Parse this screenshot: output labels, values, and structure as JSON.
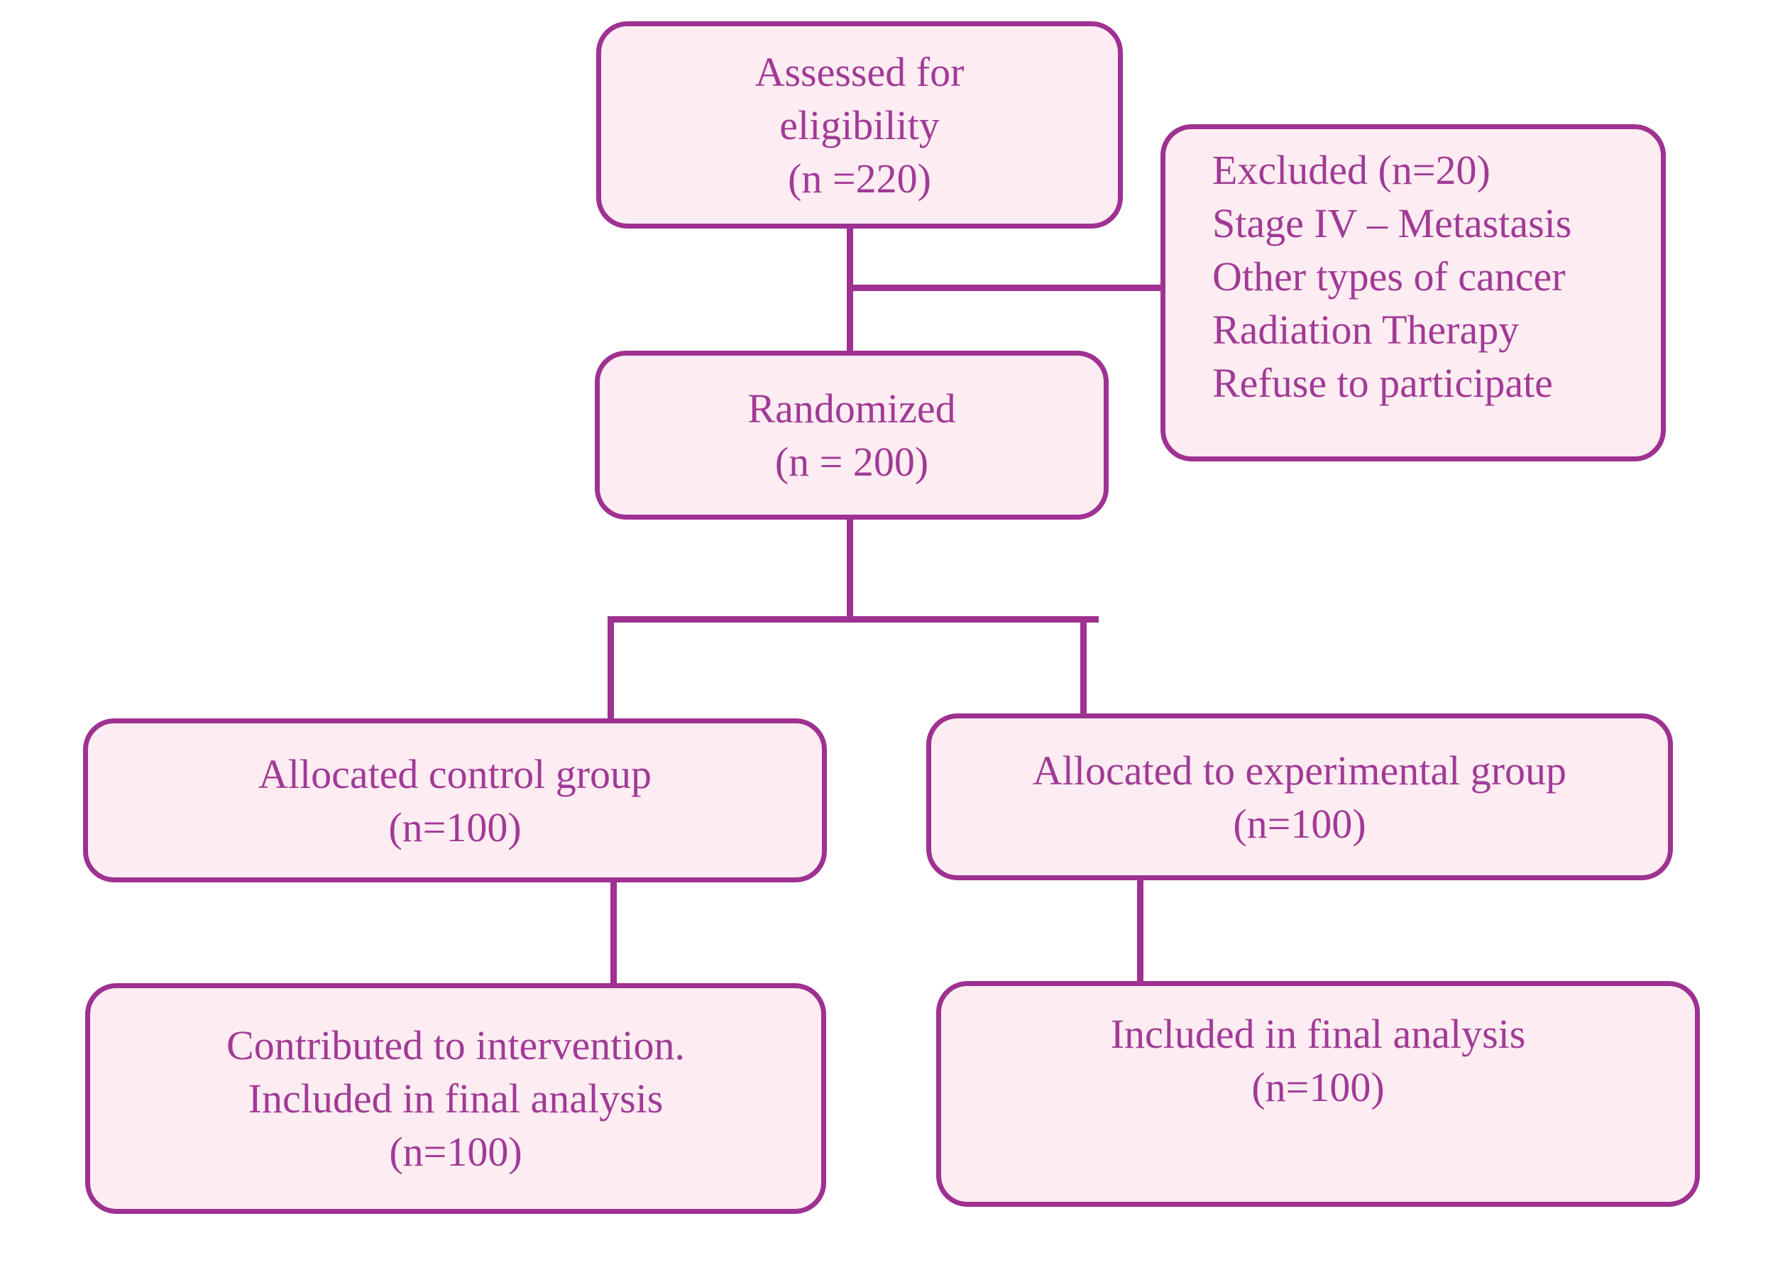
{
  "diagram": {
    "type": "consort-flowchart",
    "colors": {
      "box_fill": "#fdecf1",
      "box_border": "#9e3191",
      "text": "#a13a96",
      "connector": "#9e3191",
      "background": "#ffffff"
    },
    "boxes": {
      "assessed": {
        "lines": [
          "Assessed for",
          "eligibility",
          "(n =220)"
        ]
      },
      "excluded": {
        "lines": [
          "Excluded (n=20)",
          "Stage IV – Metastasis",
          "Other types of cancer",
          "Radiation Therapy",
          "Refuse to participate"
        ]
      },
      "randomized": {
        "lines": [
          "Randomized",
          "(n = 200)"
        ]
      },
      "allocated_control": {
        "lines": [
          "Allocated control group",
          "(n=100)"
        ]
      },
      "allocated_experimental": {
        "lines": [
          "Allocated to experimental group",
          "(n=100)"
        ]
      },
      "control_outcome": {
        "lines": [
          "Contributed to intervention.",
          "Included in final analysis",
          "(n=100)"
        ]
      },
      "experimental_outcome": {
        "lines": [
          "Included in final analysis",
          "(n=100)"
        ]
      }
    }
  }
}
